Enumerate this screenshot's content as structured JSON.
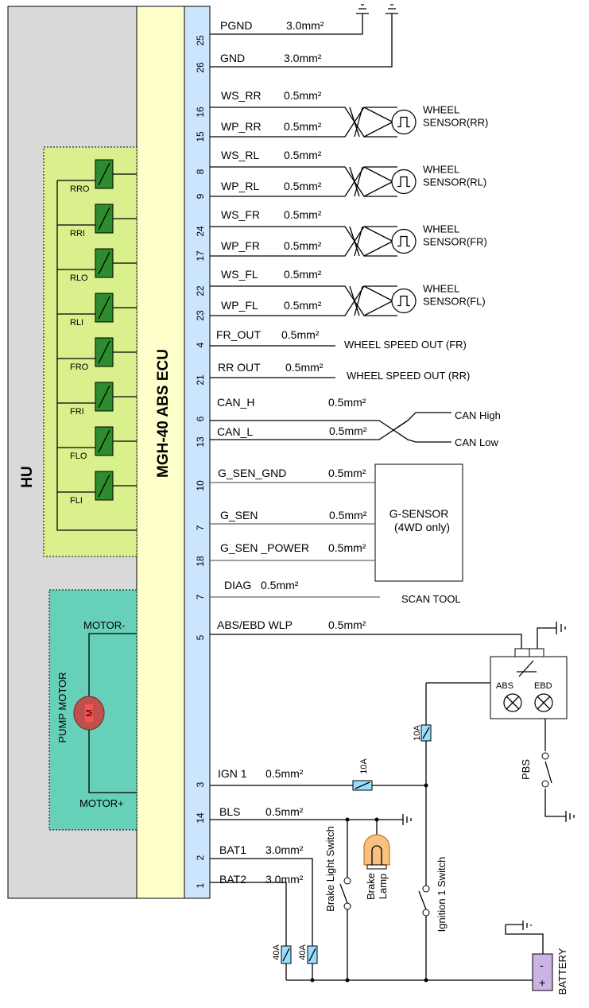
{
  "hu": {
    "label": "HU",
    "color": "#d9d9d9"
  },
  "ecu": {
    "label": "MGH-40 ABS ECU",
    "color": "#ffffcc"
  },
  "connector_color": "#cce5ff",
  "valve_block_color": "#d9f08c",
  "motor_block_color": "#66d1b8",
  "valves": [
    "RRO",
    "RRI",
    "RLO",
    "RLI",
    "FRO",
    "FRI",
    "FLO",
    "FLI"
  ],
  "motor": {
    "label": "PUMP MOTOR",
    "minus": "MOTOR-",
    "plus": "MOTOR+",
    "symbol": "M",
    "color": "#c0504d"
  },
  "ground_wires": [
    {
      "pin": "25",
      "name": "PGND",
      "size": "3.0mm²"
    },
    {
      "pin": "26",
      "name": "GND",
      "size": "3.0mm²"
    }
  ],
  "wheel_sensors": [
    {
      "pin_s": "16",
      "pin_p": "15",
      "name_s": "WS_RR",
      "name_p": "WP_RR",
      "size_s": "0.5mm²",
      "size_p": "0.5mm²",
      "label1": "WHEEL",
      "label2": "SENSOR(RR)"
    },
    {
      "pin_s": "8",
      "pin_p": "9",
      "name_s": "WS_RL",
      "name_p": "WP_RL",
      "size_s": "0.5mm²",
      "size_p": "0.5mm²",
      "label1": "WHEEL",
      "label2": "SENSOR(RL)"
    },
    {
      "pin_s": "24",
      "pin_p": "17",
      "name_s": "WS_FR",
      "name_p": "WP_FR",
      "size_s": "0.5mm²",
      "size_p": "0.5mm²",
      "label1": "WHEEL",
      "label2": "SENSOR(FR)"
    },
    {
      "pin_s": "22",
      "pin_p": "23",
      "name_s": "WS_FL",
      "name_p": "WP_FL",
      "size_s": "0.5mm²",
      "size_p": "0.5mm²",
      "label1": "WHEEL",
      "label2": "SENSOR(FL)"
    }
  ],
  "speed_out": [
    {
      "pin": "4",
      "name": "FR_OUT",
      "size": "0.5mm²",
      "dest": "WHEEL SPEED OUT (FR)"
    },
    {
      "pin": "21",
      "name": "RR OUT",
      "size": "0.5mm²",
      "dest": "WHEEL SPEED OUT (RR)"
    }
  ],
  "can": [
    {
      "pin": "6",
      "name": "CAN_H",
      "size": "0.5mm²",
      "dest": "CAN High"
    },
    {
      "pin": "13",
      "name": "CAN_L",
      "size": "0.5mm²",
      "dest": "CAN Low"
    }
  ],
  "gsensor": {
    "label1": "G-SENSOR",
    "label2": "(4WD only)",
    "wires": [
      {
        "pin": "10",
        "name": "G_SEN_GND",
        "size": "0.5mm²"
      },
      {
        "pin": "7",
        "name": "G_SEN",
        "size": "0.5mm²"
      },
      {
        "pin": "18",
        "name": "G_SEN _POWER",
        "size": "0.5mm²"
      }
    ]
  },
  "diag": {
    "pin": "7",
    "name": "DIAG",
    "size": "0.5mm²",
    "dest": "SCAN TOOL"
  },
  "wlp": {
    "pin": "5",
    "name": "ABS/EBD WLP",
    "size": "0.5mm²",
    "abs": "ABS",
    "ebd": "EBD"
  },
  "ign": {
    "pin": "3",
    "name": "IGN 1",
    "size": "0.5mm²",
    "fuse": "10A"
  },
  "bls": {
    "pin": "14",
    "name": "BLS",
    "size": "0.5mm²"
  },
  "bat1": {
    "pin": "2",
    "name": "BAT1",
    "size": "3.0mm²"
  },
  "bat2": {
    "pin": "1",
    "name": "BAT2",
    "size": "3.0mm²"
  },
  "lamp_fuse": "10A",
  "pbs": "PBS",
  "brake_light_switch": "Brake Light Switch",
  "brake_lamp": [
    "Brake",
    "Lamp"
  ],
  "ignition_switch": "Ignition 1 Switch",
  "fuse_40a_a": "40A",
  "fuse_40a_b": "40A",
  "battery": {
    "label": "BATTERY",
    "minus": "-",
    "plus": "+",
    "color": "#ccb3e6"
  }
}
